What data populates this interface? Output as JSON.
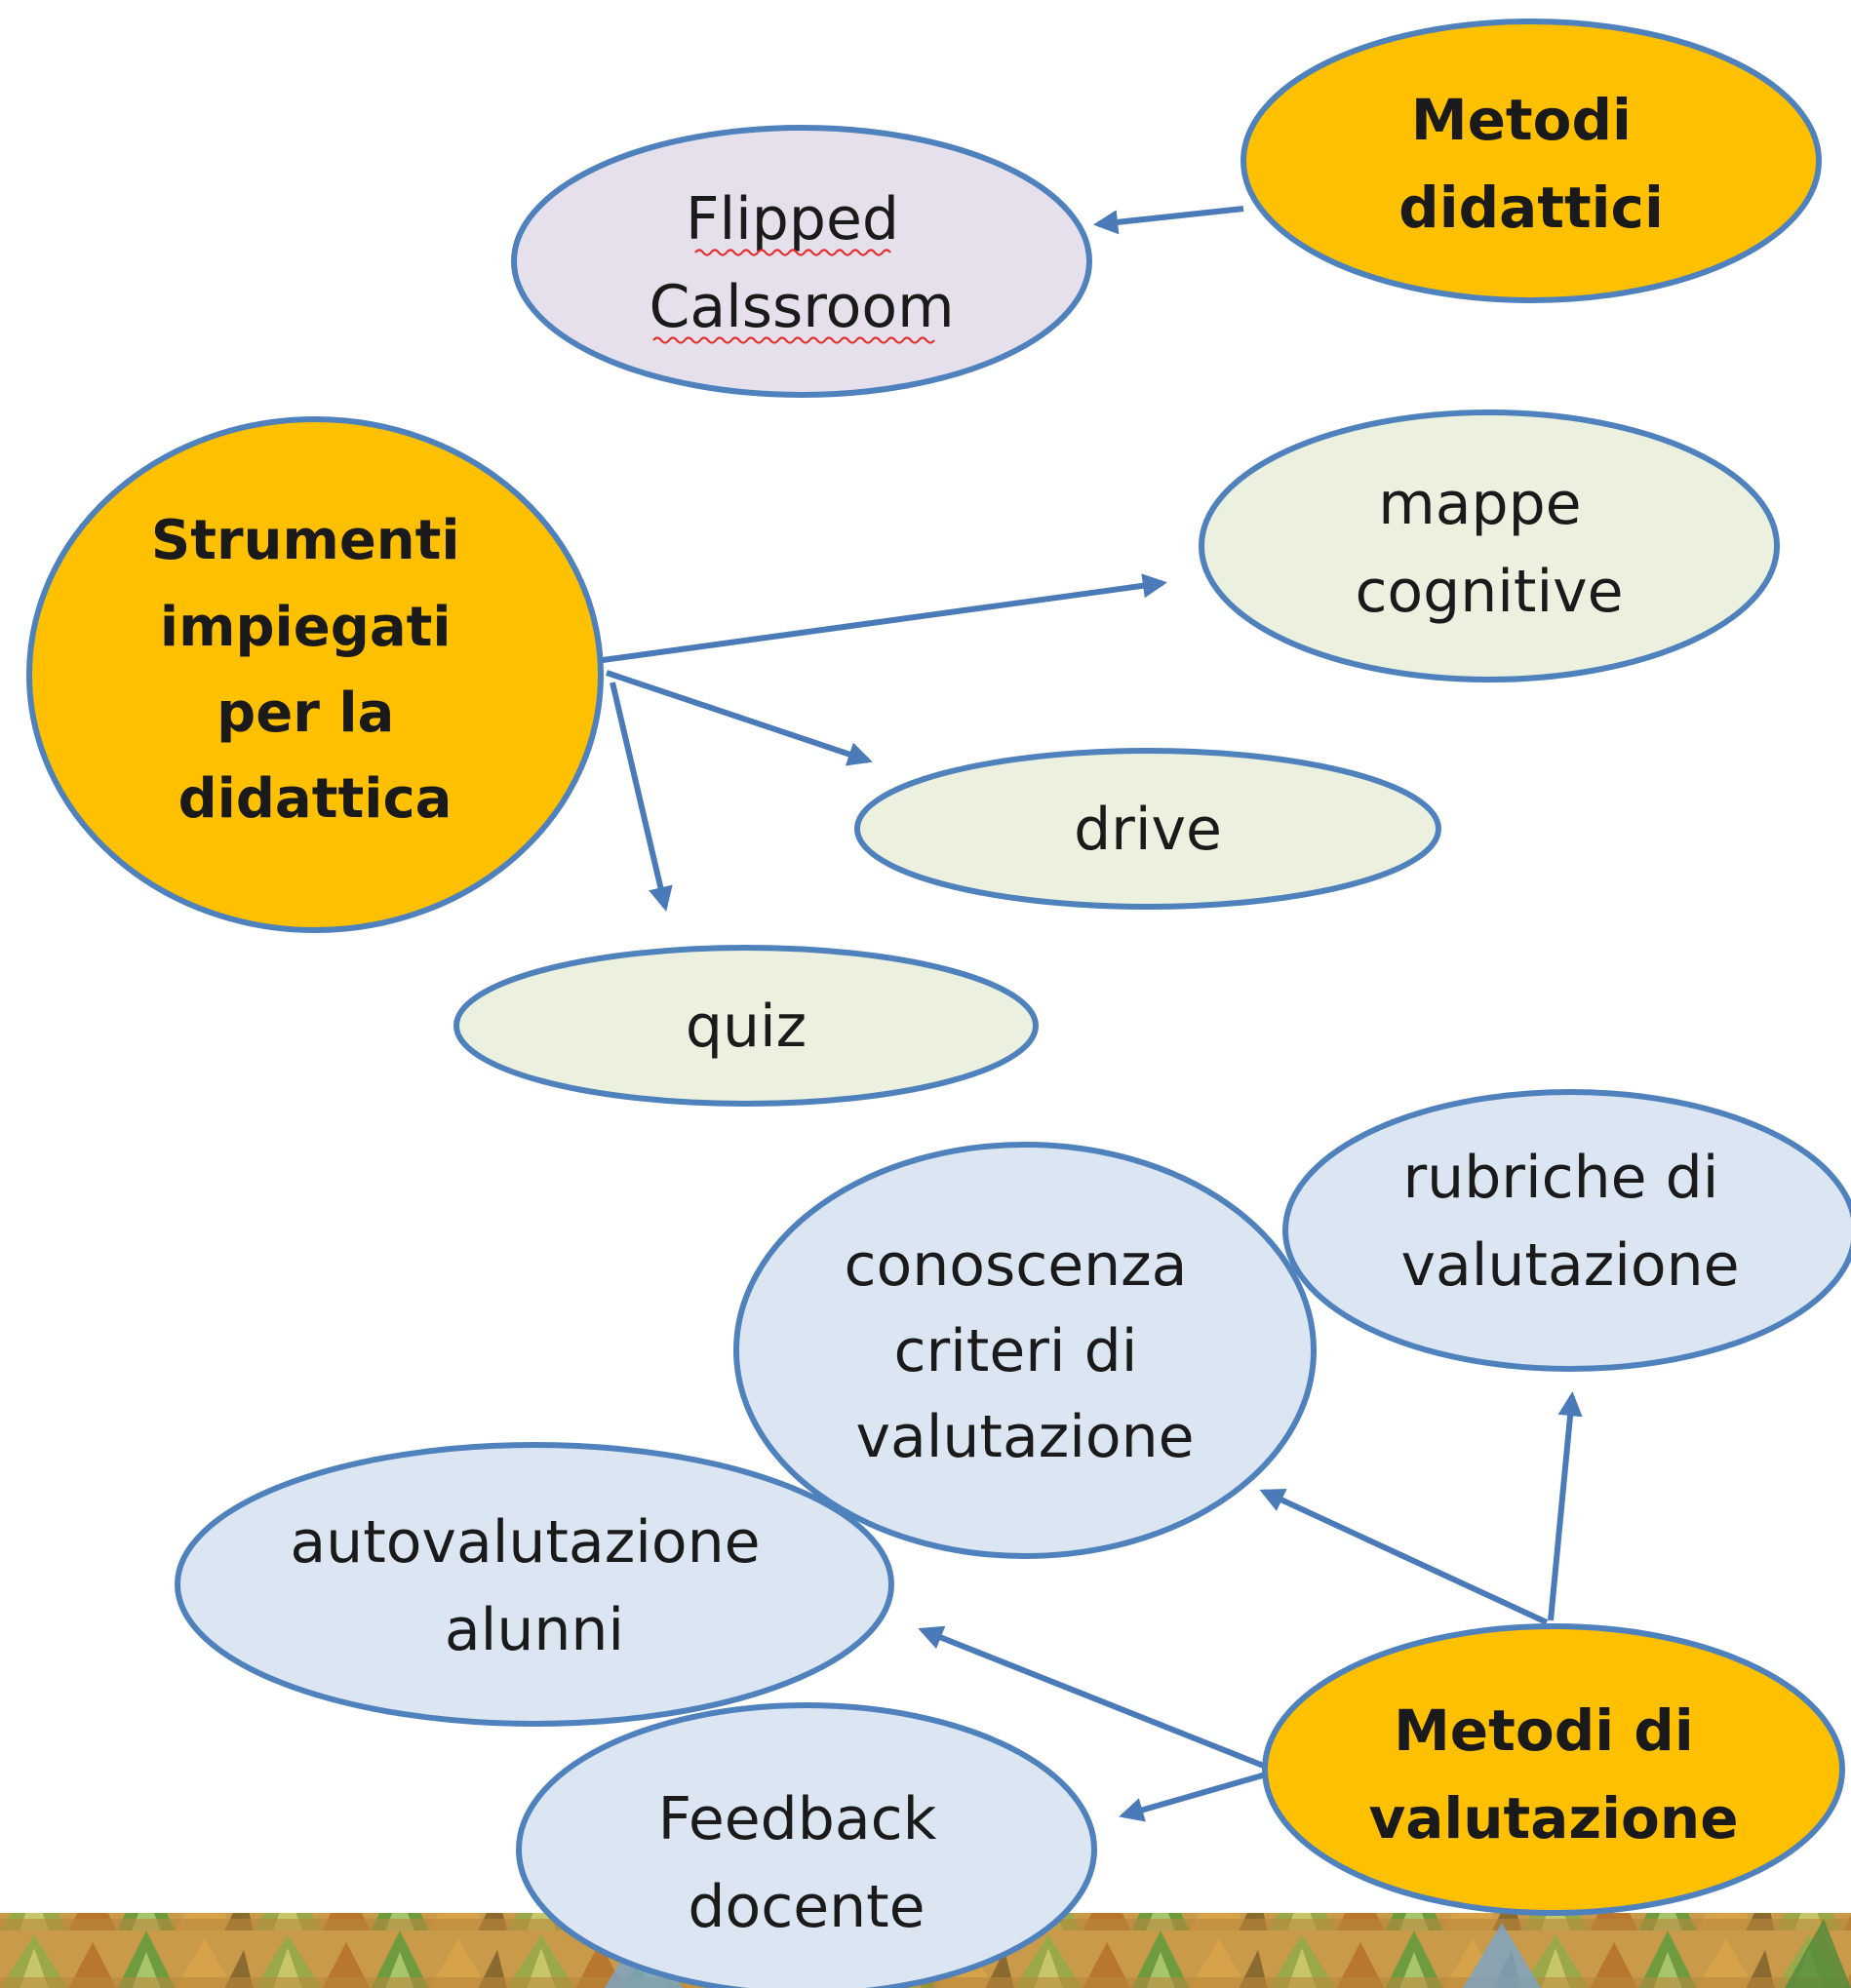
{
  "colors": {
    "orange_fill": "#FFC000",
    "lavender_fill": "#E6E0EC",
    "sage_fill": "#EBF1DE",
    "blue_fill": "#DCE6F2",
    "stroke": "#4F81BD",
    "edge": "#4A7AB8"
  },
  "nodes": {
    "metodi_didattici": [
      "Metodi",
      "didattici"
    ],
    "flipped": [
      "Flipped",
      "Calssroom"
    ],
    "strumenti": [
      "Strumenti",
      "impiegati",
      "per la",
      "didattica"
    ],
    "mappe": [
      "mappe",
      "cognitive"
    ],
    "drive": [
      "drive"
    ],
    "quiz": [
      "quiz"
    ],
    "conoscenza": [
      "conoscenza",
      "criteri di",
      "valutazione"
    ],
    "rubriche": [
      "rubriche di",
      "valutazione"
    ],
    "autovalutazione": [
      "autovalutazione",
      "alunni"
    ],
    "metodi_valutazione": [
      "Metodi di",
      "valutazione"
    ],
    "feedback": [
      "Feedback",
      "docente"
    ]
  }
}
